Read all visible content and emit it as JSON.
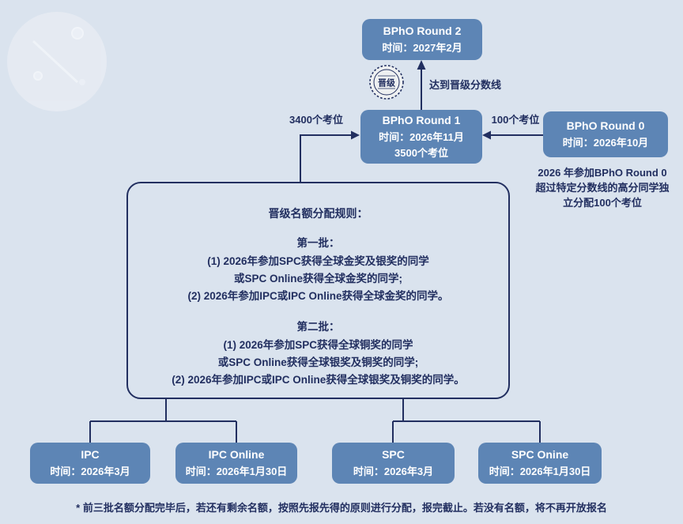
{
  "page": {
    "footer_note": "* 前三批名额分配完毕后，若还有剩余名额，按照先报先得的原则进行分配，报完截止。若没有名额，将不再开放报名"
  },
  "colors": {
    "background": "#dae3ee",
    "node_blue": "#5d85b5",
    "navy": "#222f60",
    "node_text": "#ffffff"
  },
  "nodes": {
    "round2": {
      "title": "BPhO Round 2",
      "time": "时间：2027年2月"
    },
    "round1": {
      "title": "BPhO Round 1",
      "time": "时间：2026年11月",
      "seats": "3500个考位"
    },
    "round0": {
      "title": "BPhO Round 0",
      "time": "时间：2026年10月"
    },
    "ipc": {
      "title": "IPC",
      "time": "时间：2026年3月"
    },
    "ipc_online": {
      "title": "IPC Online",
      "time": "时间：2026年1月30日"
    },
    "spc": {
      "title": "SPC",
      "time": "时间：2026年3月"
    },
    "spc_online": {
      "title": "SPC Onine",
      "time": "时间：2026年1月30日"
    }
  },
  "labels": {
    "promotion_badge": "晋级",
    "pass_line": "达到晋级分数线",
    "seats_3400": "3400个考位",
    "seats_100": "100个考位",
    "round0_note": [
      "2026 年参加BPhO Round 0",
      "超过特定分数线的高分同学独",
      "立分配100个考位"
    ]
  },
  "rules": {
    "title": "晋级名额分配规则：",
    "batch1": {
      "title": "第一批：",
      "lines": [
        "(1) 2026年参加SPC获得全球金奖及银奖的同学",
        "或SPC Online获得全球金奖的同学;",
        "(2) 2026年参加IPC或IPC Online获得全球金奖的同学。"
      ]
    },
    "batch2": {
      "title": "第二批：",
      "lines": [
        "(1) 2026年参加SPC获得全球铜奖的同学",
        "或SPC Online获得全球银奖及铜奖的同学;",
        "(2) 2026年参加IPC或IPC Online获得全球银奖及铜奖的同学。"
      ]
    }
  }
}
